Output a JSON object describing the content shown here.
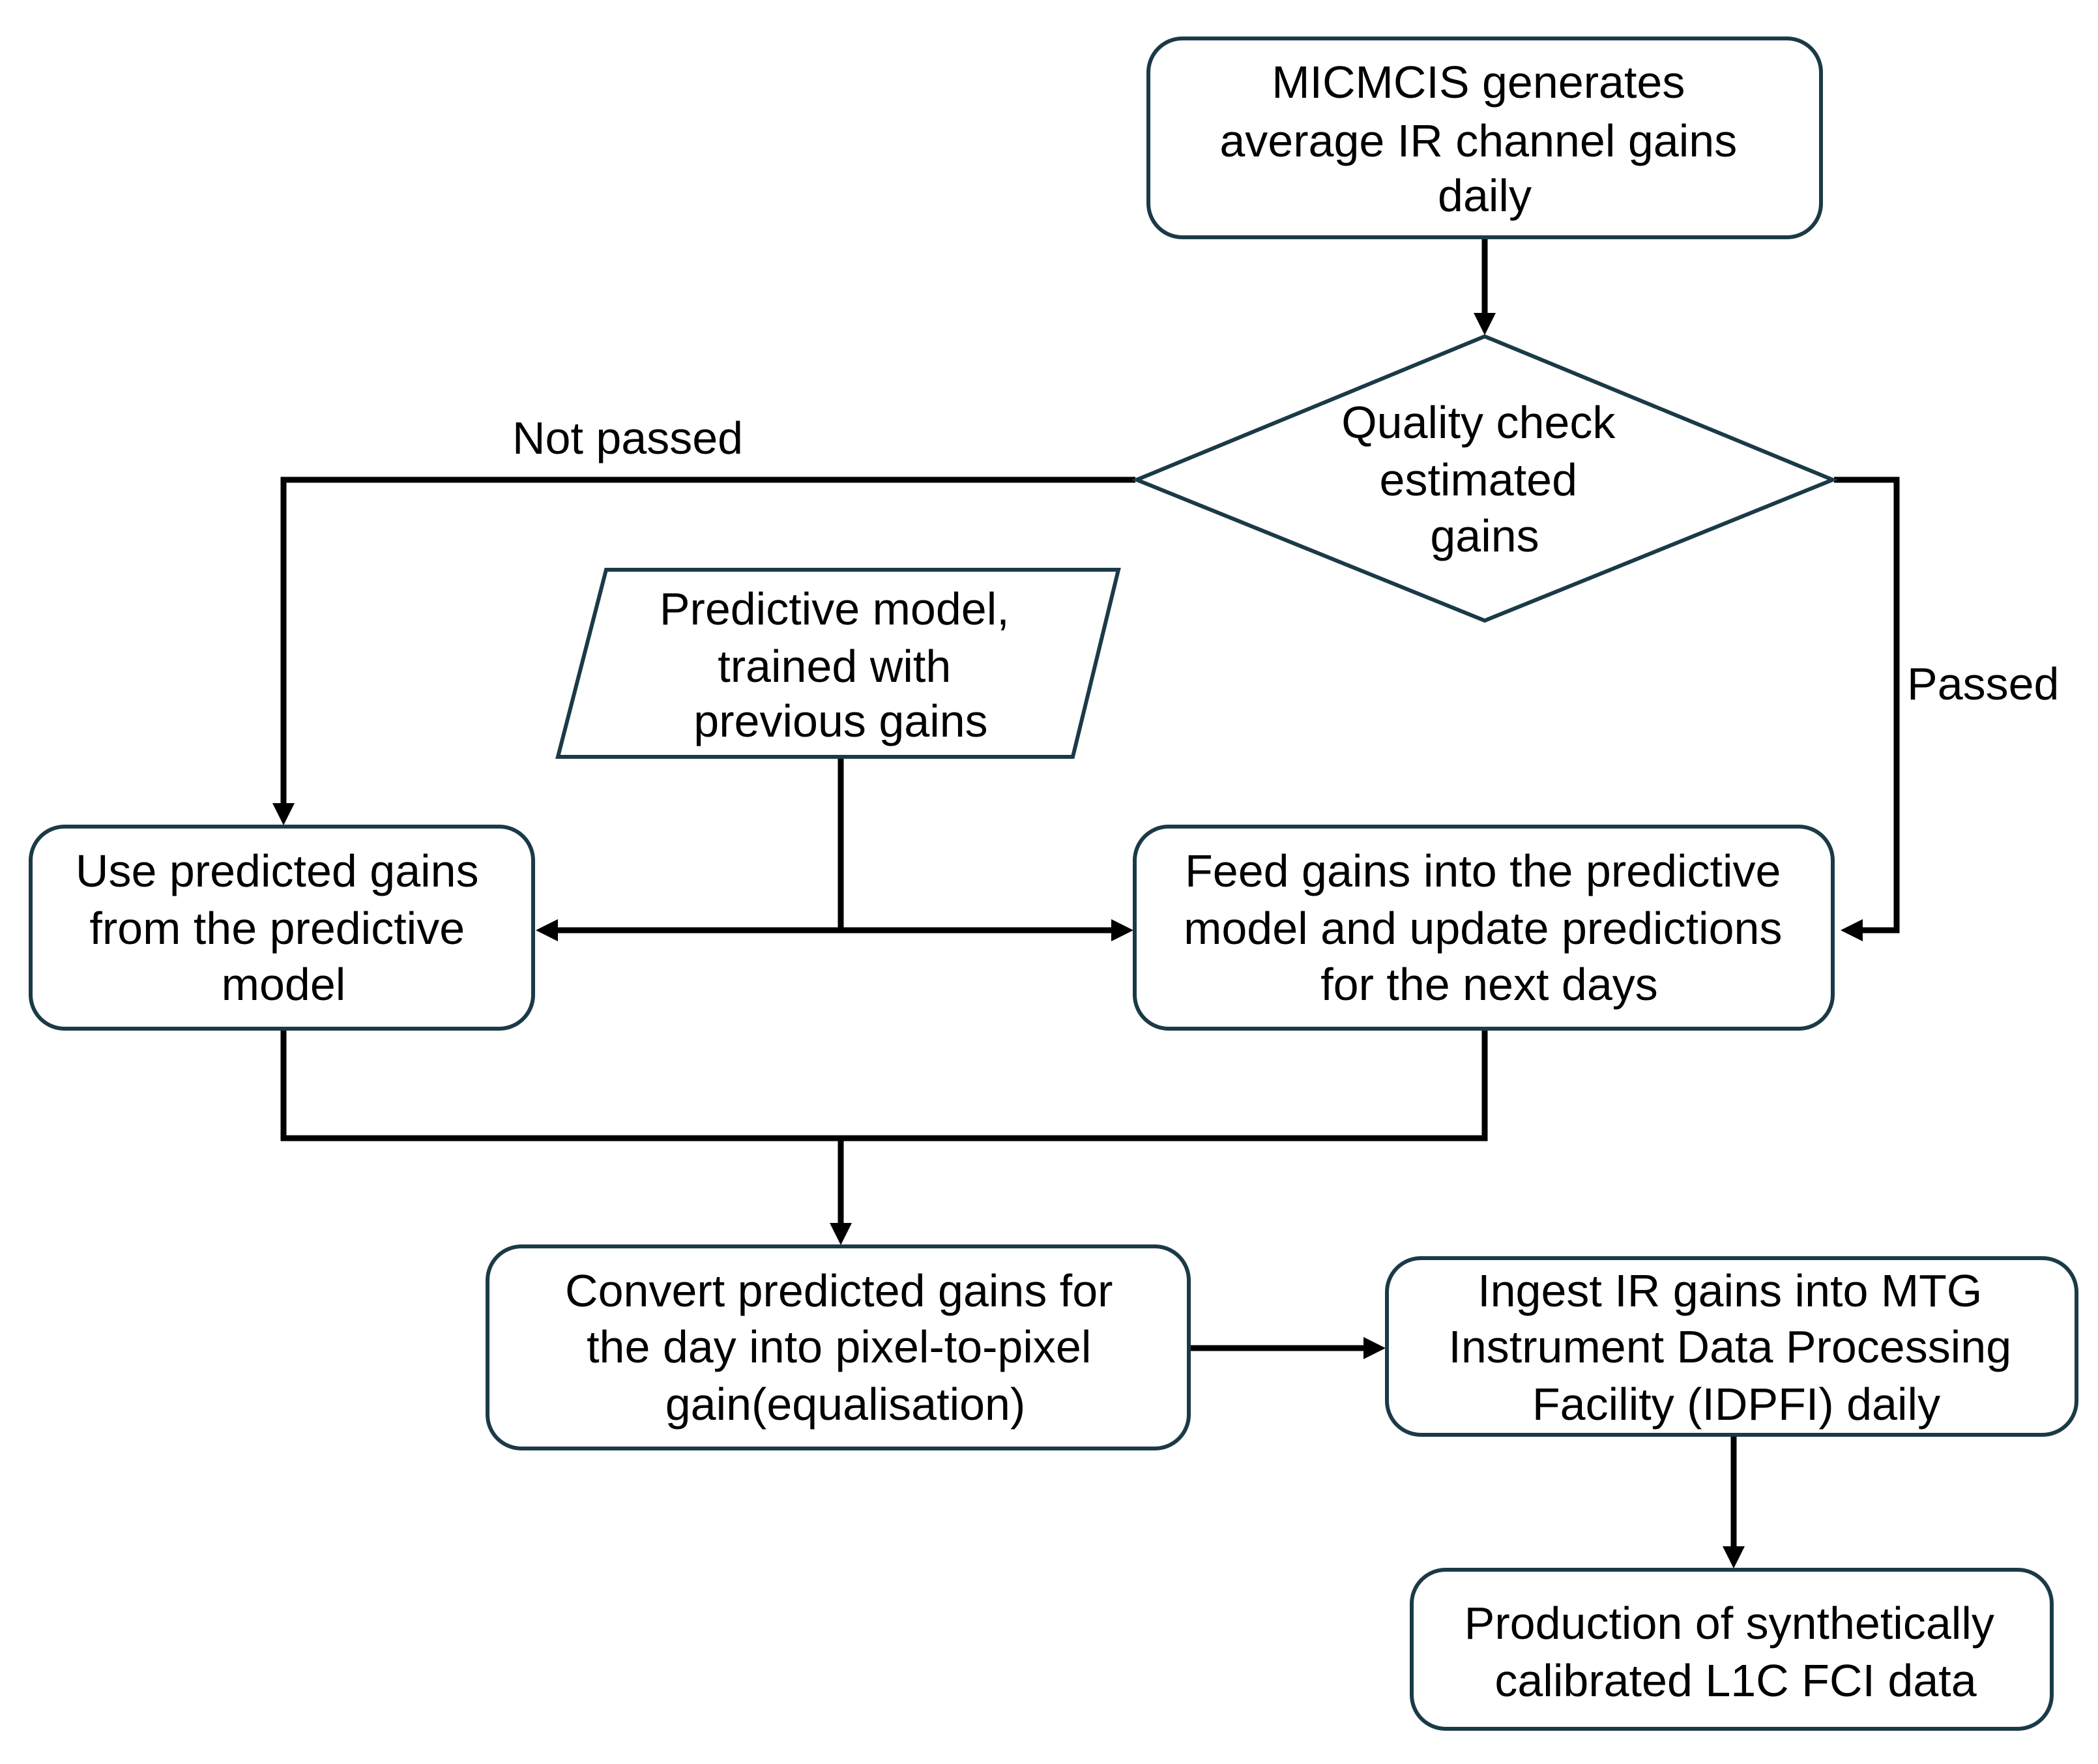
{
  "nodes": {
    "micmcis": {
      "lines": [
        "MICMCIS generates",
        "average IR channel gains",
        "daily"
      ]
    },
    "quality_check": {
      "lines": [
        "Quality check",
        "estimated",
        "gains"
      ]
    },
    "predictive_model": {
      "lines": [
        "Predictive model,",
        "trained with",
        "previous gains"
      ]
    },
    "use_predicted": {
      "lines": [
        "Use predicted gains",
        "from the predictive",
        "model"
      ]
    },
    "feed_gains": {
      "lines": [
        "Feed gains into the predictive",
        "model and update predictions",
        "for the next days"
      ]
    },
    "convert": {
      "lines": [
        "Convert predicted gains for",
        "the day into pixel-to-pixel",
        "gain(equalisation)"
      ]
    },
    "ingest": {
      "lines": [
        "Ingest IR gains into MTG",
        "Instrument Data Processing",
        "Facility (IDPFI) daily"
      ]
    },
    "production": {
      "lines": [
        "Production of synthetically",
        "calibrated L1C FCI data"
      ]
    }
  },
  "edges": {
    "not_passed": "Not passed",
    "passed": "Passed"
  }
}
